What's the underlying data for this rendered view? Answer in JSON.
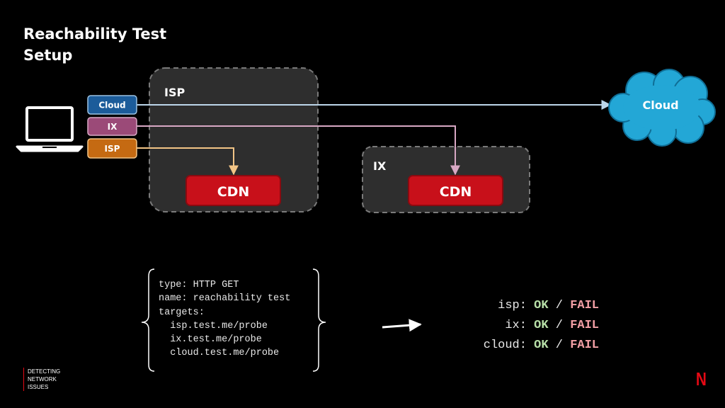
{
  "title": "Reachability Test Setup",
  "zones": {
    "isp_label": "ISP",
    "ix_label": "IX"
  },
  "client_tags": [
    "Cloud",
    "IX",
    "ISP"
  ],
  "cdn_label": "CDN",
  "cloud_label": "Cloud",
  "config": {
    "lines": [
      "type: HTTP GET",
      "name: reachability test",
      "targets:",
      "  isp.test.me/probe",
      "  ix.test.me/probe",
      "  cloud.test.me/probe"
    ]
  },
  "results": [
    {
      "name": "isp:",
      "ok": "OK",
      "sep": "/",
      "fail": "FAIL"
    },
    {
      "name": "ix:",
      "ok": "OK",
      "sep": "/",
      "fail": "FAIL"
    },
    {
      "name": "cloud:",
      "ok": "OK",
      "sep": "/",
      "fail": "FAIL"
    }
  ],
  "footer": [
    "DETECTING",
    "NETWORK",
    "ISSUES"
  ],
  "logo": "N",
  "colors": {
    "cloud_tag": "#1c5c9a",
    "ix_tag": "#9b4a78",
    "isp_tag": "#c56a12",
    "cdn": "#c8101a",
    "cloud": "#23a7d6",
    "zone_bg": "#2e2e2e",
    "zone_border": "#7a7a7a",
    "line_cloud": "#bcd6ea",
    "line_ix": "#d8a8c4",
    "line_isp": "#f2c486",
    "brand": "#e50914"
  }
}
